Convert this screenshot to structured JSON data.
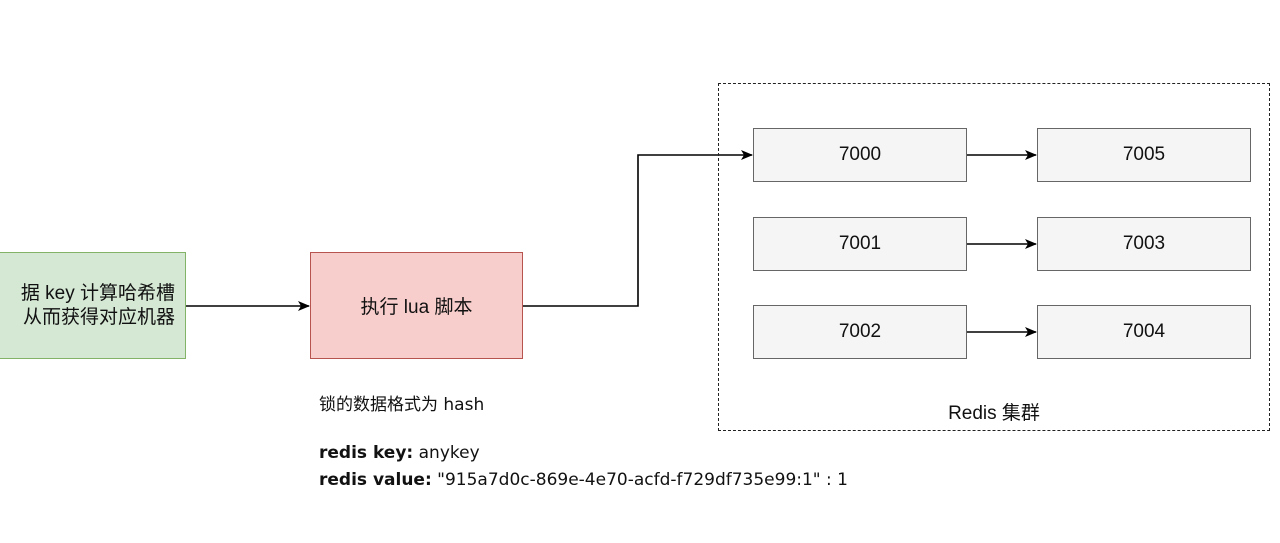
{
  "source_box": {
    "line1": "据 key 计算哈希槽",
    "line2": "从而获得对应机器"
  },
  "script_box": {
    "label": "执行 lua 脚本"
  },
  "cluster": {
    "label": "Redis  集群",
    "nodes": {
      "n7000": "7000",
      "n7005": "7005",
      "n7001": "7001",
      "n7003": "7003",
      "n7002": "7002",
      "n7004": "7004"
    }
  },
  "notes": {
    "format_line": "锁的数据格式为 hash",
    "key_label": "redis key:",
    "key_value": " anykey",
    "value_label": "redis value:",
    "value_value": " \"915a7d0c-869e-4e70-acfd-f729df735e99:1\" : 1"
  },
  "colors": {
    "source_fill": "#d5e8d4",
    "source_stroke": "#82b366",
    "script_fill": "#f8cecc",
    "script_stroke": "#b85450",
    "node_fill": "#f5f5f5",
    "node_stroke": "#666666"
  }
}
